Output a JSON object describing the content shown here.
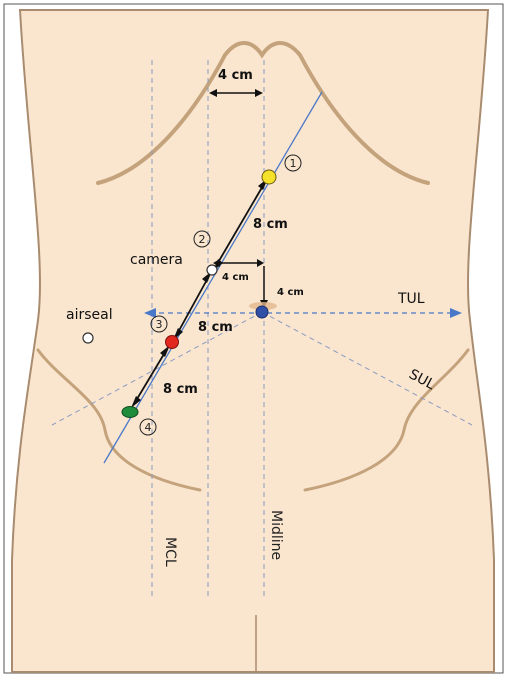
{
  "colors": {
    "skin": "#fae6cf",
    "skin_line": "#a98c6f",
    "guide": "#8a9bc0",
    "port_line": "#4a78c8",
    "arrow": "#111111",
    "port1": "#f5e12a",
    "port_camera": "#ffffff",
    "port3": "#e2281e",
    "port4": "#1f8c3c",
    "umbilicus": "#3050a8"
  },
  "labels": {
    "dist_top": "4 cm",
    "dist_8a": "8 cm",
    "dist_cam_h": "4 cm",
    "dist_cam_v": "4 cm",
    "dist_8b": "8 cm",
    "dist_8c": "8 cm",
    "camera": "camera",
    "airseal": "airseal",
    "tul": "TUL",
    "sul": "SUL",
    "mcl": "MCL",
    "midline": "Midline"
  },
  "port_numbers": [
    "1",
    "2",
    "3",
    "4"
  ]
}
